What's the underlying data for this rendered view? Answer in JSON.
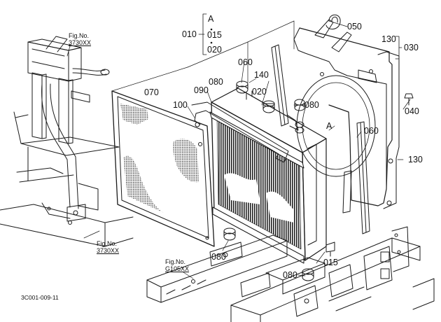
{
  "diagram": {
    "labels": {
      "p010": "010",
      "p015_top": "015",
      "p020_top": "020",
      "a_top": "A",
      "p050": "050",
      "p130_top": "130",
      "p030": "030",
      "p060_top": "060",
      "p140": "140",
      "p080_a": "080",
      "p020_mid": "020",
      "p070": "070",
      "p090": "090",
      "p080_b": "080",
      "p100": "100",
      "p040": "040",
      "a_mid": "A",
      "p060_right": "060",
      "p130_right": "130",
      "p080_c": "080",
      "p015_bottom": "015",
      "p080_d": "080"
    },
    "fig_refs": {
      "top_left_title": "Fig.No.",
      "top_left_number": "3730XX",
      "mid_left_title": "Fig.No.",
      "mid_left_number": "3730XX",
      "bottom_title": "Fig.No.",
      "bottom_number": "G105XX"
    },
    "drawing_code": "3C001-009-11"
  },
  "colors": {
    "line": "#1a1a1a",
    "background": "#ffffff"
  }
}
